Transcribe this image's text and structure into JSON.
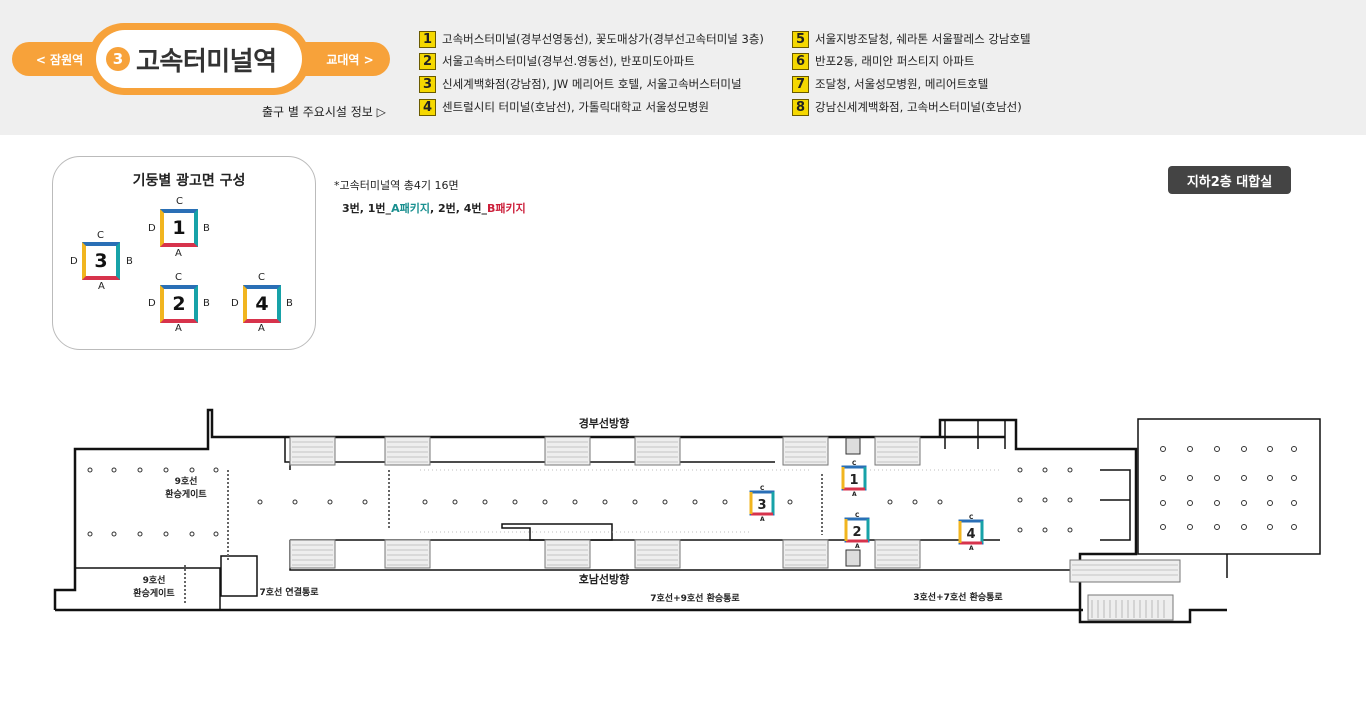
{
  "header": {
    "prev_station": "< 잠원역",
    "next_station": "교대역 >",
    "line_number": "3",
    "station_name": "고속터미널역",
    "exit_info_label": "출구 별 주요시설 정보 ▷",
    "exits": [
      {
        "num": "1",
        "text": "고속버스터미널(경부선영동선), 꽃도매상가(경부선고속터미널 3층)"
      },
      {
        "num": "2",
        "text": "서울고속버스터미널(경부선.영동선), 반포미도아파트"
      },
      {
        "num": "3",
        "text": "신세계백화점(강남점), JW 메리어트 호텔, 서울고속버스터미널"
      },
      {
        "num": "4",
        "text": "센트럴시티 터미널(호남선), 가톨릭대학교 서울성모병원"
      },
      {
        "num": "5",
        "text": "서울지방조달청, 쉐라톤 서울팔레스 강남호텔"
      },
      {
        "num": "6",
        "text": "반포2동, 래미안 퍼스티지 아파트"
      },
      {
        "num": "7",
        "text": "조달청, 서울성모병원, 메리어트호텔"
      },
      {
        "num": "8",
        "text": "강남신세계백화점, 고속버스터미널(호남선)"
      }
    ]
  },
  "legend": {
    "title": "기둥별 광고면 구성",
    "side_labels": {
      "top": "C",
      "right": "B",
      "bottom": "A",
      "left": "D"
    },
    "pillars": [
      "1",
      "3",
      "2",
      "4"
    ]
  },
  "notes": {
    "count_line": "*고속터미널역 총4기 16면",
    "pkg_prefix": "3번, 1번_",
    "pkg_a": "A패키지",
    "pkg_mid": ", 2번, 4번_",
    "pkg_b": "B패키지"
  },
  "floor_badge": "지하2층 대합실",
  "map": {
    "direction_top": "경부선방향",
    "direction_bottom": "호남선방향",
    "gate_9_upper_line1": "9호선",
    "gate_9_upper_line2": "환승게이트",
    "gate_9_lower_line1": "9호선",
    "gate_9_lower_line2": "환승게이트",
    "transfer_7": "7호선 연결통로",
    "transfer_7_9": "7호선+9호선 환승통로",
    "transfer_3_7": "3호선+7호선 환승통로",
    "map_pillars": [
      "3",
      "1",
      "2",
      "4"
    ]
  },
  "colors": {
    "accent_orange": "#f7a23a",
    "exit_yellow": "#f5d800",
    "pillar_top": "#2a6fb6",
    "pillar_right": "#17a2a8",
    "pillar_bottom": "#d7334c",
    "pillar_left": "#f1b51f",
    "package_a": "#188f8f",
    "package_b": "#cc1f3a"
  }
}
